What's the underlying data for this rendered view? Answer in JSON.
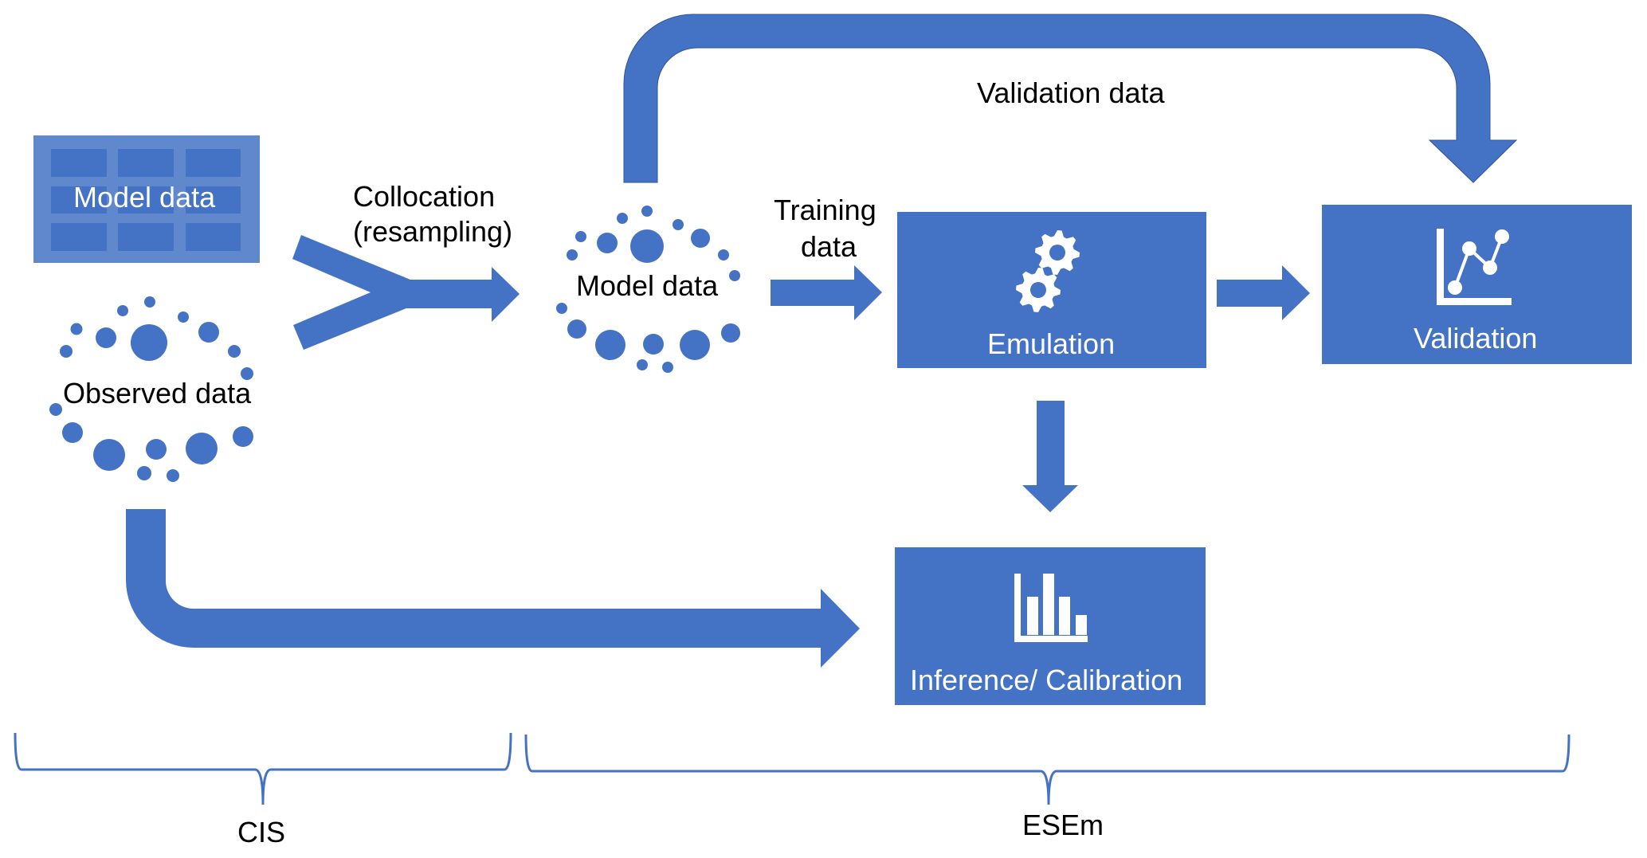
{
  "colors": {
    "primary": "#4472c4",
    "table_bg": "#6088cc",
    "text_dark": "#000000",
    "text_light": "#ffffff",
    "background": "#ffffff"
  },
  "nodes": {
    "model_data_table": {
      "label": "Model data",
      "icon": "table-grid-icon"
    },
    "observed_data": {
      "label": "Observed data",
      "icon": "scattered-dots-icon"
    },
    "model_data_collocated": {
      "label": "Model data",
      "icon": "scattered-dots-icon"
    },
    "emulation": {
      "label": "Emulation",
      "icon": "gears-icon"
    },
    "validation": {
      "label": "Validation",
      "icon": "line-chart-icon"
    },
    "inference": {
      "label": "Inference/ Calibration",
      "icon": "bar-chart-icon"
    }
  },
  "edges": {
    "collocation": {
      "line1": "Collocation",
      "line2": "(resampling)"
    },
    "training": {
      "line1": "Training",
      "line2": "data"
    },
    "validation_data": {
      "label": "Validation data"
    },
    "emulation_to_validation": {
      "label": ""
    },
    "emulation_to_inference": {
      "label": ""
    },
    "observed_to_inference": {
      "label": ""
    }
  },
  "groups": {
    "cis": {
      "label": "CIS"
    },
    "esem": {
      "label": "ESEm"
    }
  }
}
